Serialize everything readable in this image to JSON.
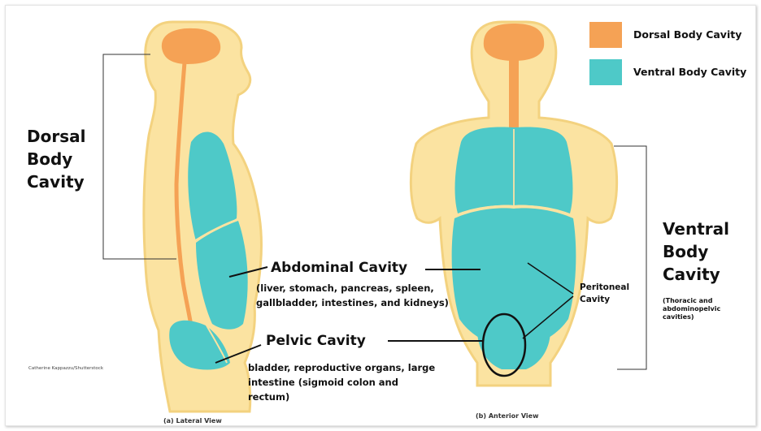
{
  "colors": {
    "dorsal": "#f5a255",
    "ventral": "#4ec9c8",
    "body": "#fbe3a1",
    "body_outline": "#f3d27f"
  },
  "legend": {
    "dorsal": "Dorsal Body Cavity",
    "ventral": "Ventral Body Cavity"
  },
  "labels": {
    "dorsal_title": [
      "Dorsal",
      "Body",
      "Cavity"
    ],
    "abdominal_title": "Abdominal Cavity",
    "abdominal_desc": [
      "(liver, stomach, pancreas, spleen,",
      "gallbladder, intestines, and kidneys)"
    ],
    "pelvic_title": "Pelvic Cavity",
    "pelvic_desc": [
      "bladder, reproductive organs, large",
      "intestine (sigmoid colon and",
      "rectum)"
    ],
    "peritoneal": [
      "Peritoneal",
      "Cavity"
    ],
    "ventral_title": [
      "Ventral",
      "Body",
      "Cavity"
    ],
    "ventral_desc": [
      "(Thoracic and",
      "abdominopelvic",
      "cavities)"
    ],
    "credit": "Catherine Kappazzu/Shutterstock",
    "lateral_caption": "(a) Lateral View",
    "anterior_caption": "(b) Anterior View"
  }
}
